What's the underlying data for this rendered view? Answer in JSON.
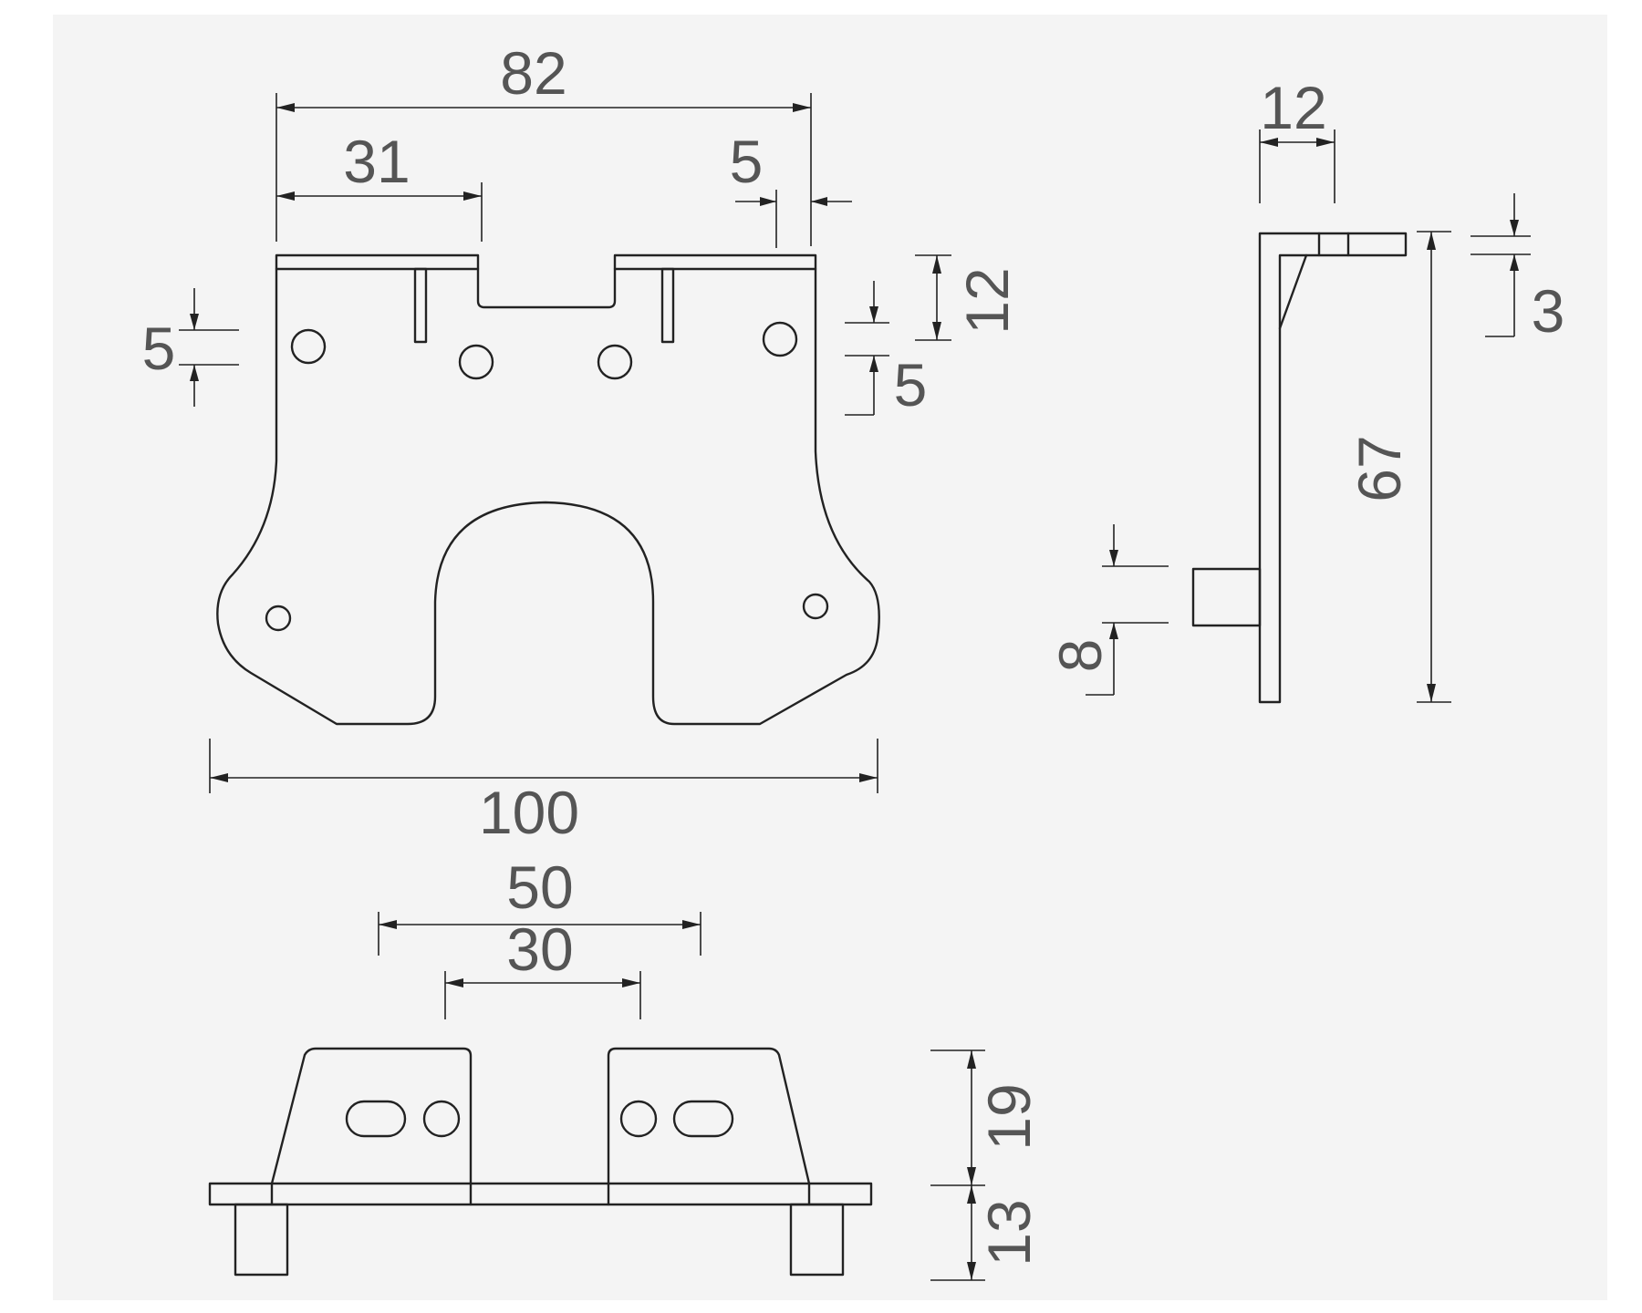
{
  "drawing": {
    "colors": {
      "background": "#f4f4f4",
      "line": "#222222",
      "text": "#555555"
    },
    "front_view": {
      "dimensions": {
        "overall_top": "82",
        "left_segment": "31",
        "right_offset": "5",
        "left_hole_offset": "5",
        "right_slot_depth": "12",
        "right_hole_offset": "5",
        "overall_width": "100"
      }
    },
    "side_view": {
      "dimensions": {
        "flange_depth": "12",
        "flange_thickness": "3",
        "height": "67",
        "foot_height": "8"
      }
    },
    "bottom_view": {
      "dimensions": {
        "outer_span": "50",
        "inner_span": "30",
        "bracket_height": "19",
        "leg_height": "13"
      }
    }
  }
}
